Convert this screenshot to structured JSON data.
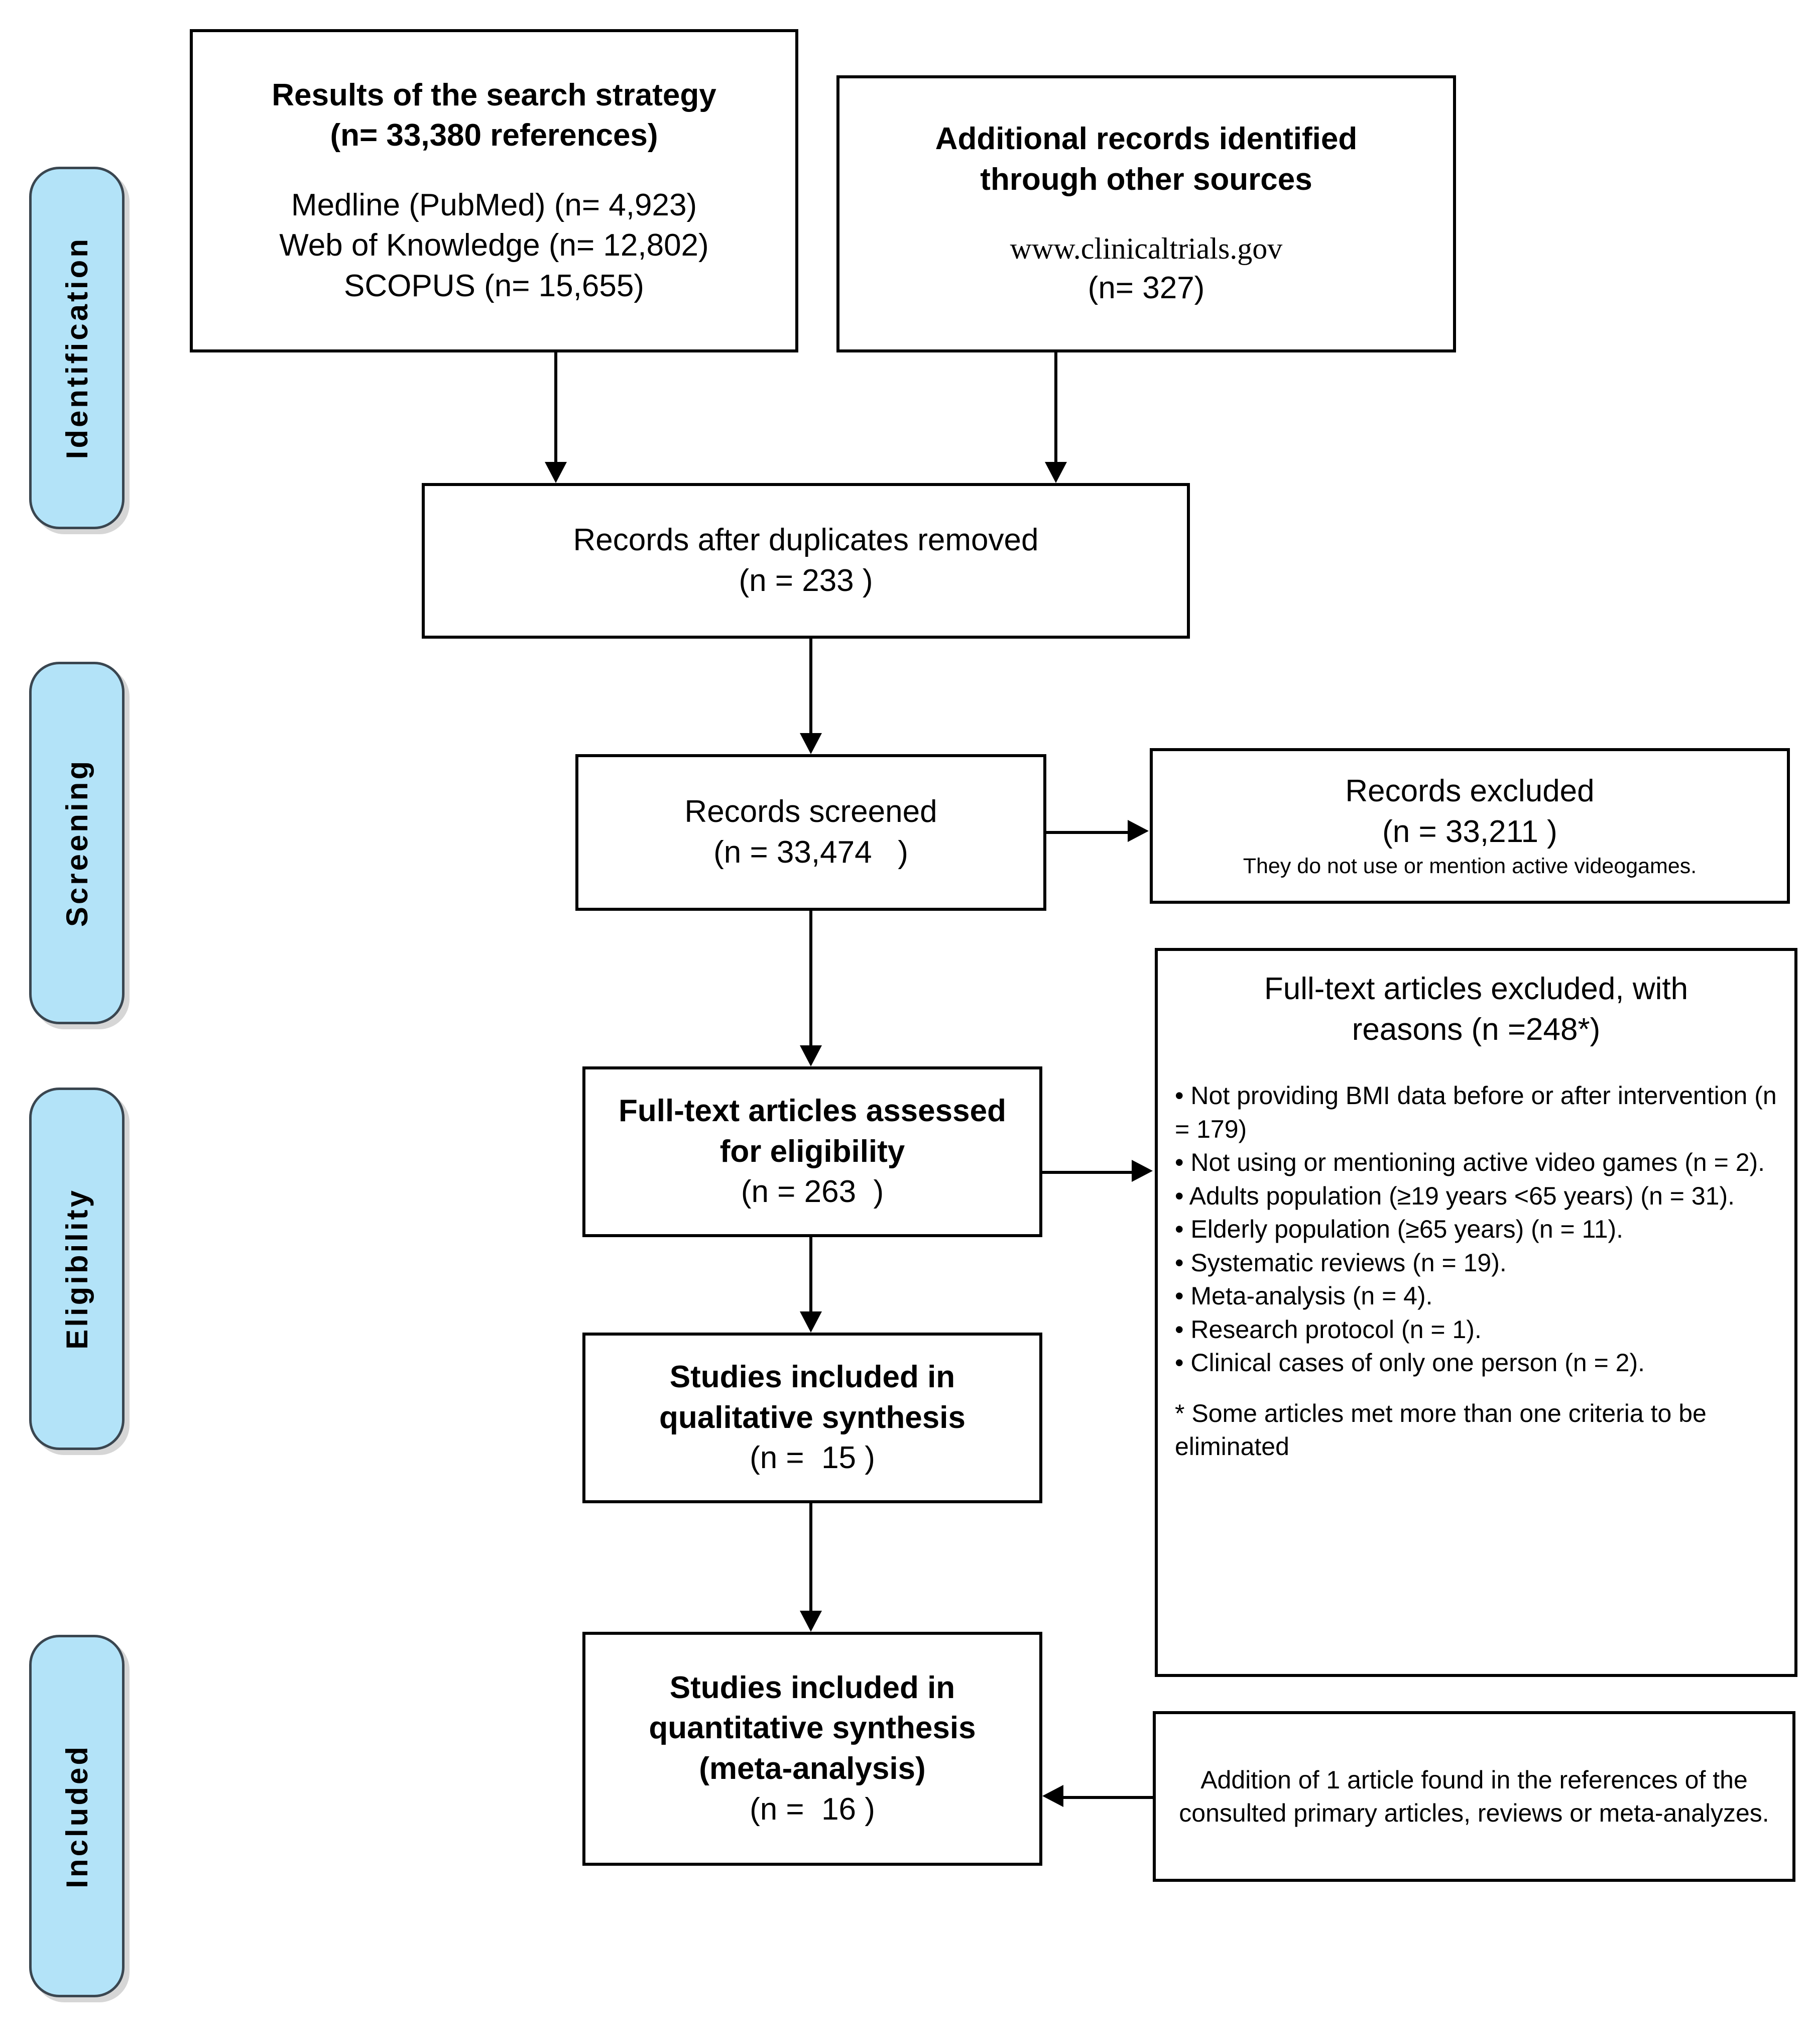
{
  "diagram": {
    "type": "prisma-flow-diagram",
    "accent_color": "#b3e3f8",
    "border_color": "#000000",
    "phase_border_color": "#3a4650"
  },
  "phases": [
    {
      "id": "identification",
      "label": "Identification"
    },
    {
      "id": "screening",
      "label": "Screening"
    },
    {
      "id": "eligibility",
      "label": "Eligibility"
    },
    {
      "id": "included",
      "label": "Included"
    }
  ],
  "boxes": {
    "search_strategy": {
      "title_line1": "Results of the search strategy",
      "title_line2": "(n= 33,380 references)",
      "sources": [
        "Medline (PubMed) (n= 4,923)",
        "Web of Knowledge (n= 12,802)",
        "SCOPUS (n= 15,655)"
      ]
    },
    "additional_records": {
      "title_line1": "Additional records identified",
      "title_line2": "through other sources",
      "source": "www.clinicaltrials.gov",
      "count": "(n= 327)"
    },
    "duplicates_removed": {
      "title": "Records after duplicates removed",
      "count": "(n = 233 )"
    },
    "records_screened": {
      "title": "Records screened",
      "count": "(n = 33,474   )"
    },
    "records_excluded": {
      "title": "Records excluded",
      "count": "(n = 33,211 )",
      "note": "They do not use or mention active videogames."
    },
    "fulltext_assessed": {
      "title_line1": "Full-text articles assessed",
      "title_line2": "for eligibility",
      "count": "(n = 263  )"
    },
    "fulltext_excluded": {
      "title_line1": "Full-text articles excluded, with",
      "title_line2": "reasons (n =248*)",
      "reasons": [
        "• Not providing BMI data before or after intervention (n = 179)",
        "• Not using or mentioning active video games (n = 2).",
        "• Adults population (≥19 years <65 years) (n = 31).",
        "• Elderly population (≥65 years) (n = 11).",
        "• Systematic reviews (n = 19).",
        "• Meta-analysis (n = 4).",
        "• Research protocol (n = 1).",
        "• Clinical cases of only one person (n = 2)."
      ],
      "footnote": "* Some articles met more than one criteria to be eliminated"
    },
    "qualitative_synthesis": {
      "title_line1": "Studies included in",
      "title_line2": "qualitative synthesis",
      "count": "(n =  15 )"
    },
    "quantitative_synthesis": {
      "title_line1": "Studies included in",
      "title_line2": "quantitative synthesis",
      "title_line3": "(meta-analysis)",
      "count": "(n =  16 )"
    },
    "additional_article": {
      "text": "Addition of 1 article found in the references of the consulted primary articles, reviews or meta-analyzes."
    }
  }
}
